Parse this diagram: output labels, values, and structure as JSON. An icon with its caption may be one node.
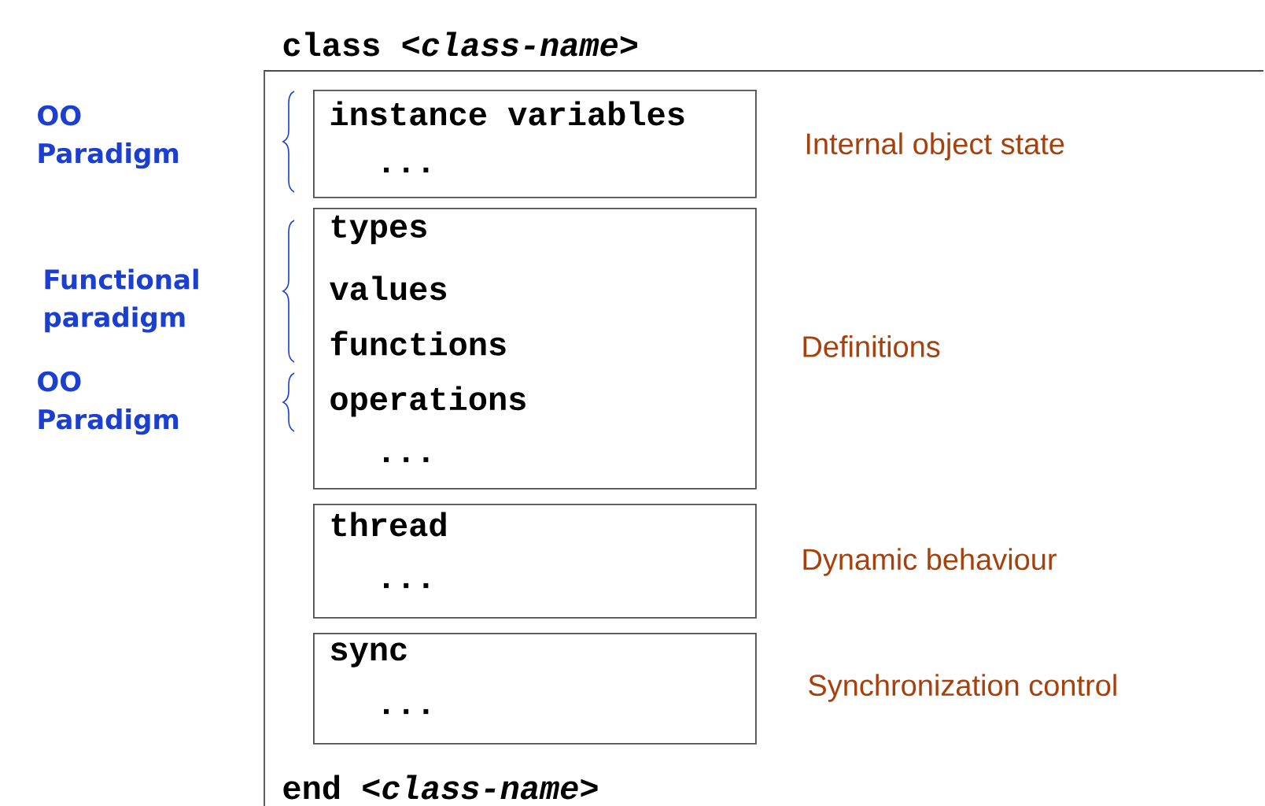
{
  "diagram": {
    "nodes": [
      {
        "text": [
          "class *<class-name>*",
          "end *<class-name>*"
        ]
      },
      {
        "text": [
          "instance variables",
          "..."
        ],
        "in": 0,
        "beside": [
          "Internal object state"
        ]
      },
      {
        "text": [
          "types",
          "values",
          "functions",
          "operations",
          "..."
        ],
        "in": 0,
        "beside": [
          "Definitions"
        ]
      },
      {
        "text": [
          "thread",
          "..."
        ],
        "in": 0,
        "beside": [
          "Dynamic behaviour"
        ]
      },
      {
        "text": [
          "sync",
          "..."
        ],
        "in": 0,
        "beside": [
          "Synchronization control"
        ]
      }
    ],
    "labels": [
      "OO Paradigm",
      "Functional paradigm",
      "OO Paradigm"
    ]
  }
}
